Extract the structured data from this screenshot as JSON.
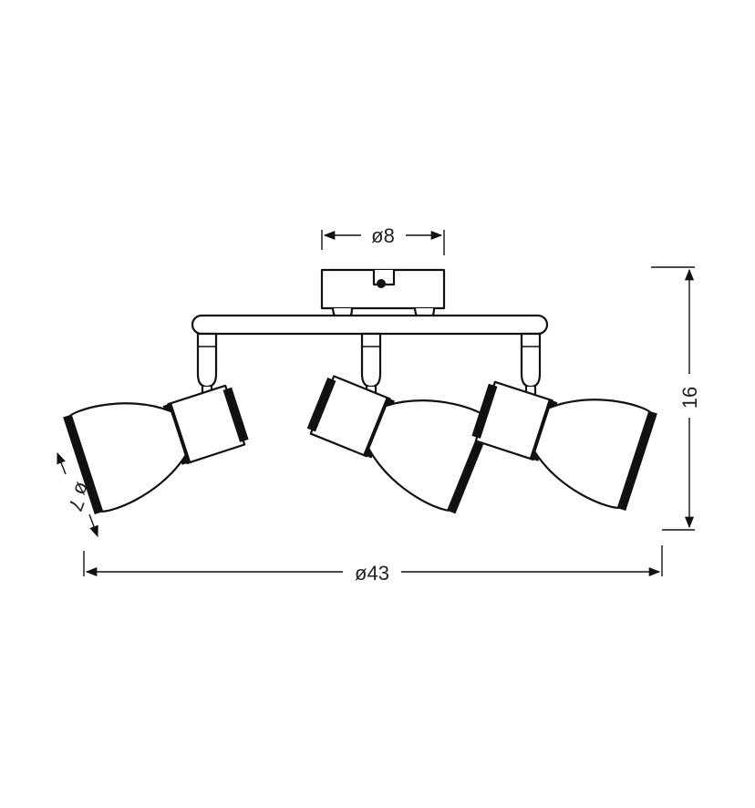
{
  "drawing": {
    "dimensions": {
      "base_diameter": "ø8",
      "total_width": "ø43",
      "height": "16",
      "shade_diameter": "ø 7"
    },
    "colors": {
      "line": "#111111",
      "background": "#ffffff"
    },
    "spotlight_count": 3
  }
}
